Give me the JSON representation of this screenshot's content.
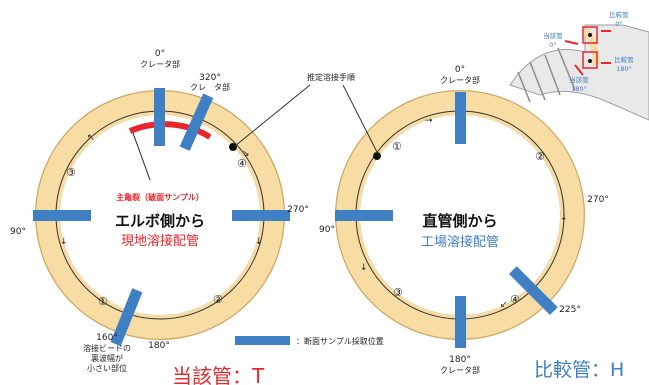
{
  "left": {
    "title": "エルボ側から",
    "subtitle": "現地溶接配管",
    "deg0": "0°",
    "crater_top": "クレータ部",
    "deg320": "320°",
    "crater_320": "クレ　タ部",
    "main_crack": "主亀裂（破面サンプル）",
    "deg90": "90°",
    "deg270": "270°",
    "deg160": "160°",
    "deg180": "180°",
    "note_lines": [
      "溶接ビードの",
      "裏波幅が",
      "小さい部位"
    ],
    "seq": [
      "③",
      "④",
      "①",
      "②"
    ]
  },
  "right": {
    "title": "直管側から",
    "subtitle": "工場溶接配管",
    "deg0": "0°",
    "crater_top": "クレータ部",
    "deg90": "90°",
    "deg270": "270°",
    "deg225": "225°",
    "deg180": "180°",
    "crater_bottom": "クレータ部",
    "seq": [
      "①",
      "②",
      "③",
      "④"
    ]
  },
  "weld_sequence_label": "推定溶接手順",
  "legend_text": "：断面サンプル採取位置",
  "pipe_label_left": "当該管：T",
  "pipe_label_right": "比較管：H",
  "inset": {
    "comp0": "比較管",
    "comp0_deg": "0°",
    "target0": "当該管",
    "target0_deg": "0°",
    "comp180": "比較管",
    "comp180_deg": "180°",
    "target180": "当該管",
    "target180_deg": "180°"
  },
  "colors": {
    "ring": "#f7dca4",
    "ring_edge": "#cfa865",
    "marker": "#3f7fc4",
    "crack": "#e8262b"
  }
}
